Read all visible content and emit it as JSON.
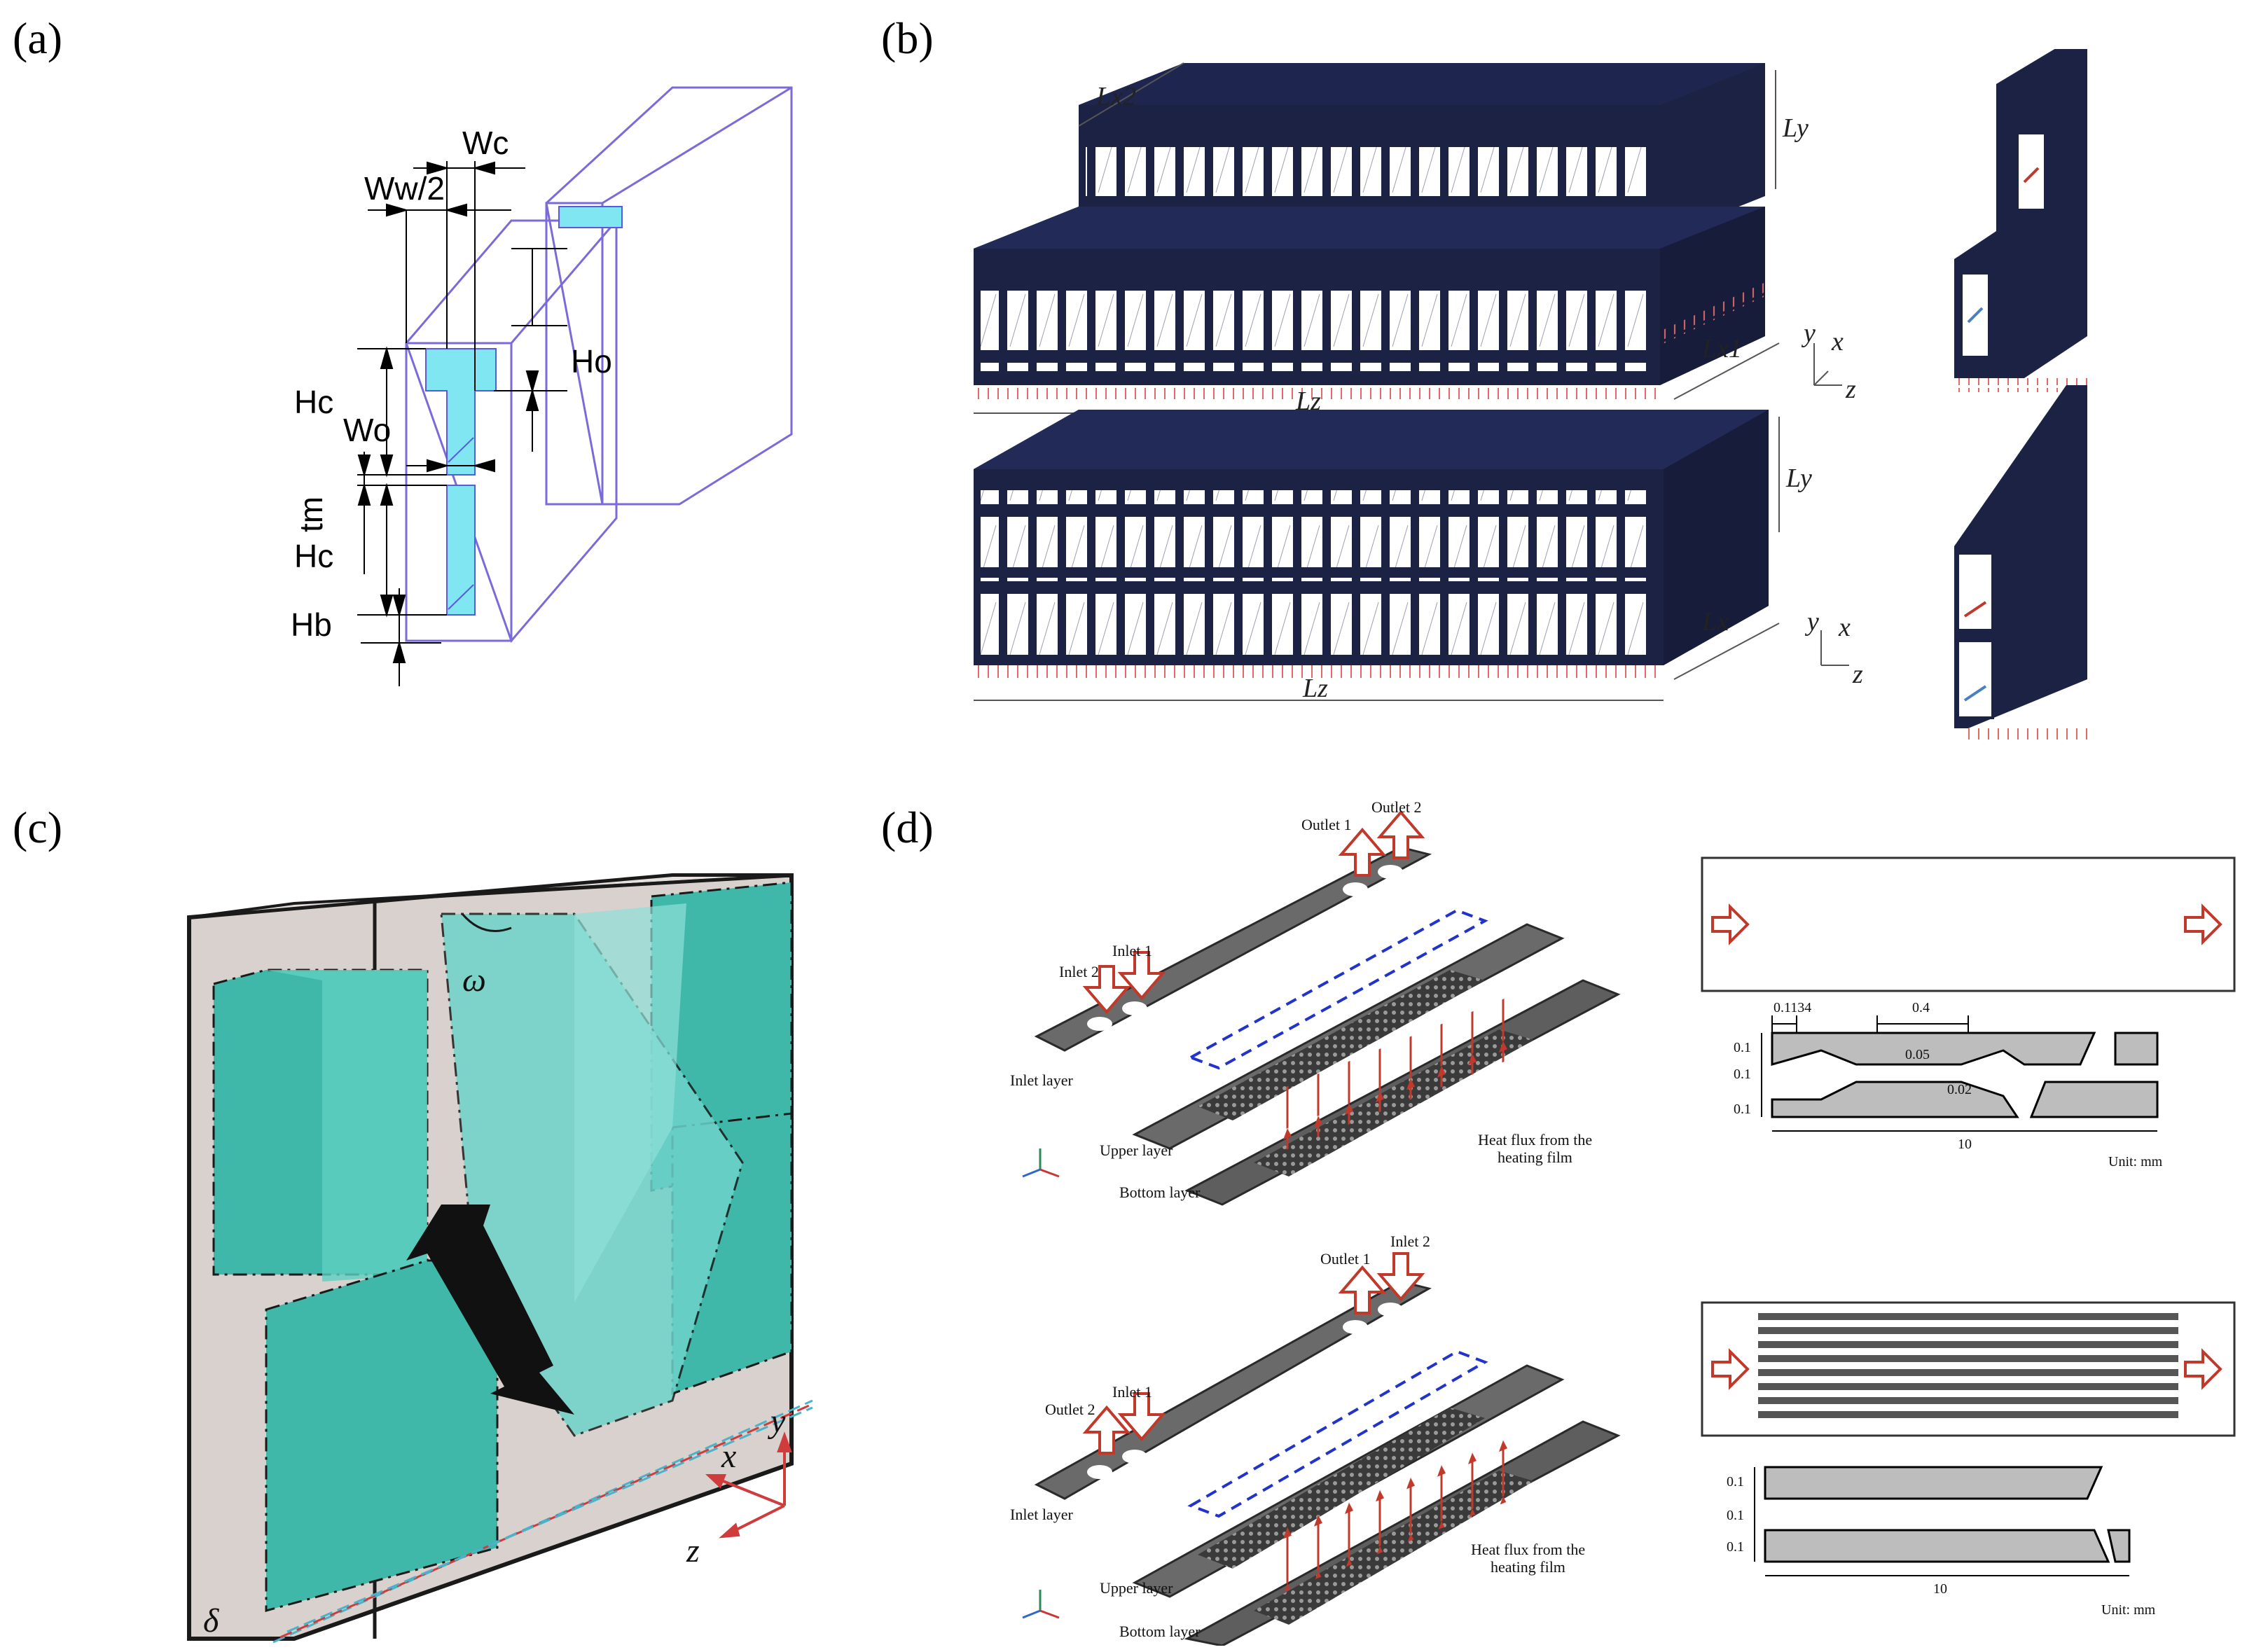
{
  "panels": {
    "a": {
      "label": "(a)",
      "dims": {
        "wc": "Wc",
        "ww2": "Ww/2",
        "ho": "Ho",
        "hc_top": "Hc",
        "wo": "Wo",
        "tm": "tm",
        "hc_bottom": "Hc",
        "hb": "Hb"
      }
    },
    "b": {
      "label": "(b)",
      "top": {
        "lx2": "Lx2",
        "ly": "Ly",
        "lx1": "Lx1",
        "lz": "Lz",
        "axis_x": "x",
        "axis_y": "y",
        "axis_z": "z"
      },
      "bottom": {
        "ly": "Ly",
        "lx": "Lx",
        "lz": "Lz",
        "axis_x": "x",
        "axis_y": "y",
        "axis_z": "z"
      }
    },
    "c": {
      "label": "(c)",
      "omega": "ω",
      "delta": "δ",
      "axis_x": "x",
      "axis_y": "y",
      "axis_z": "z"
    },
    "d": {
      "label": "(d)",
      "top": {
        "outlet1": "Outlet 1",
        "outlet2": "Outlet 2",
        "inlet1": "Inlet 1",
        "inlet2": "Inlet 2",
        "inlet_layer": "Inlet layer",
        "upper_layer": "Upper layer",
        "bottom_layer": "Bottom layer",
        "heat_flux_1": "Heat flux from the",
        "heat_flux_2": "heating film",
        "dim_01134": "0.1134",
        "dim_04": "0.4",
        "dim_005": "0.05",
        "dim_002": "0.02",
        "dim_01a": "0.1",
        "dim_01b": "0.1",
        "dim_01c": "0.1",
        "dim_10": "10",
        "unit": "Unit: mm"
      },
      "bottom": {
        "outlet1": "Outlet 1",
        "inlet2": "Inlet 2",
        "inlet1": "Inlet 1",
        "outlet2": "Outlet 2",
        "inlet_layer": "Inlet layer",
        "upper_layer": "Upper layer",
        "bottom_layer": "Bottom layer",
        "heat_flux_1": "Heat flux from the",
        "heat_flux_2": "heating film",
        "dim_01a": "0.1",
        "dim_01b": "0.1",
        "dim_01c": "0.1",
        "dim_10": "10",
        "unit": "Unit: mm"
      }
    }
  },
  "colors": {
    "navy": "#1b2244",
    "cyan": "#7fe6f2",
    "teal": "#3fb8a9",
    "outline_violet": "#7a6bd8",
    "arrow_red": "#c0392b",
    "plate_grey": "#5e5e5e",
    "light_grey": "#bdbdbd"
  }
}
